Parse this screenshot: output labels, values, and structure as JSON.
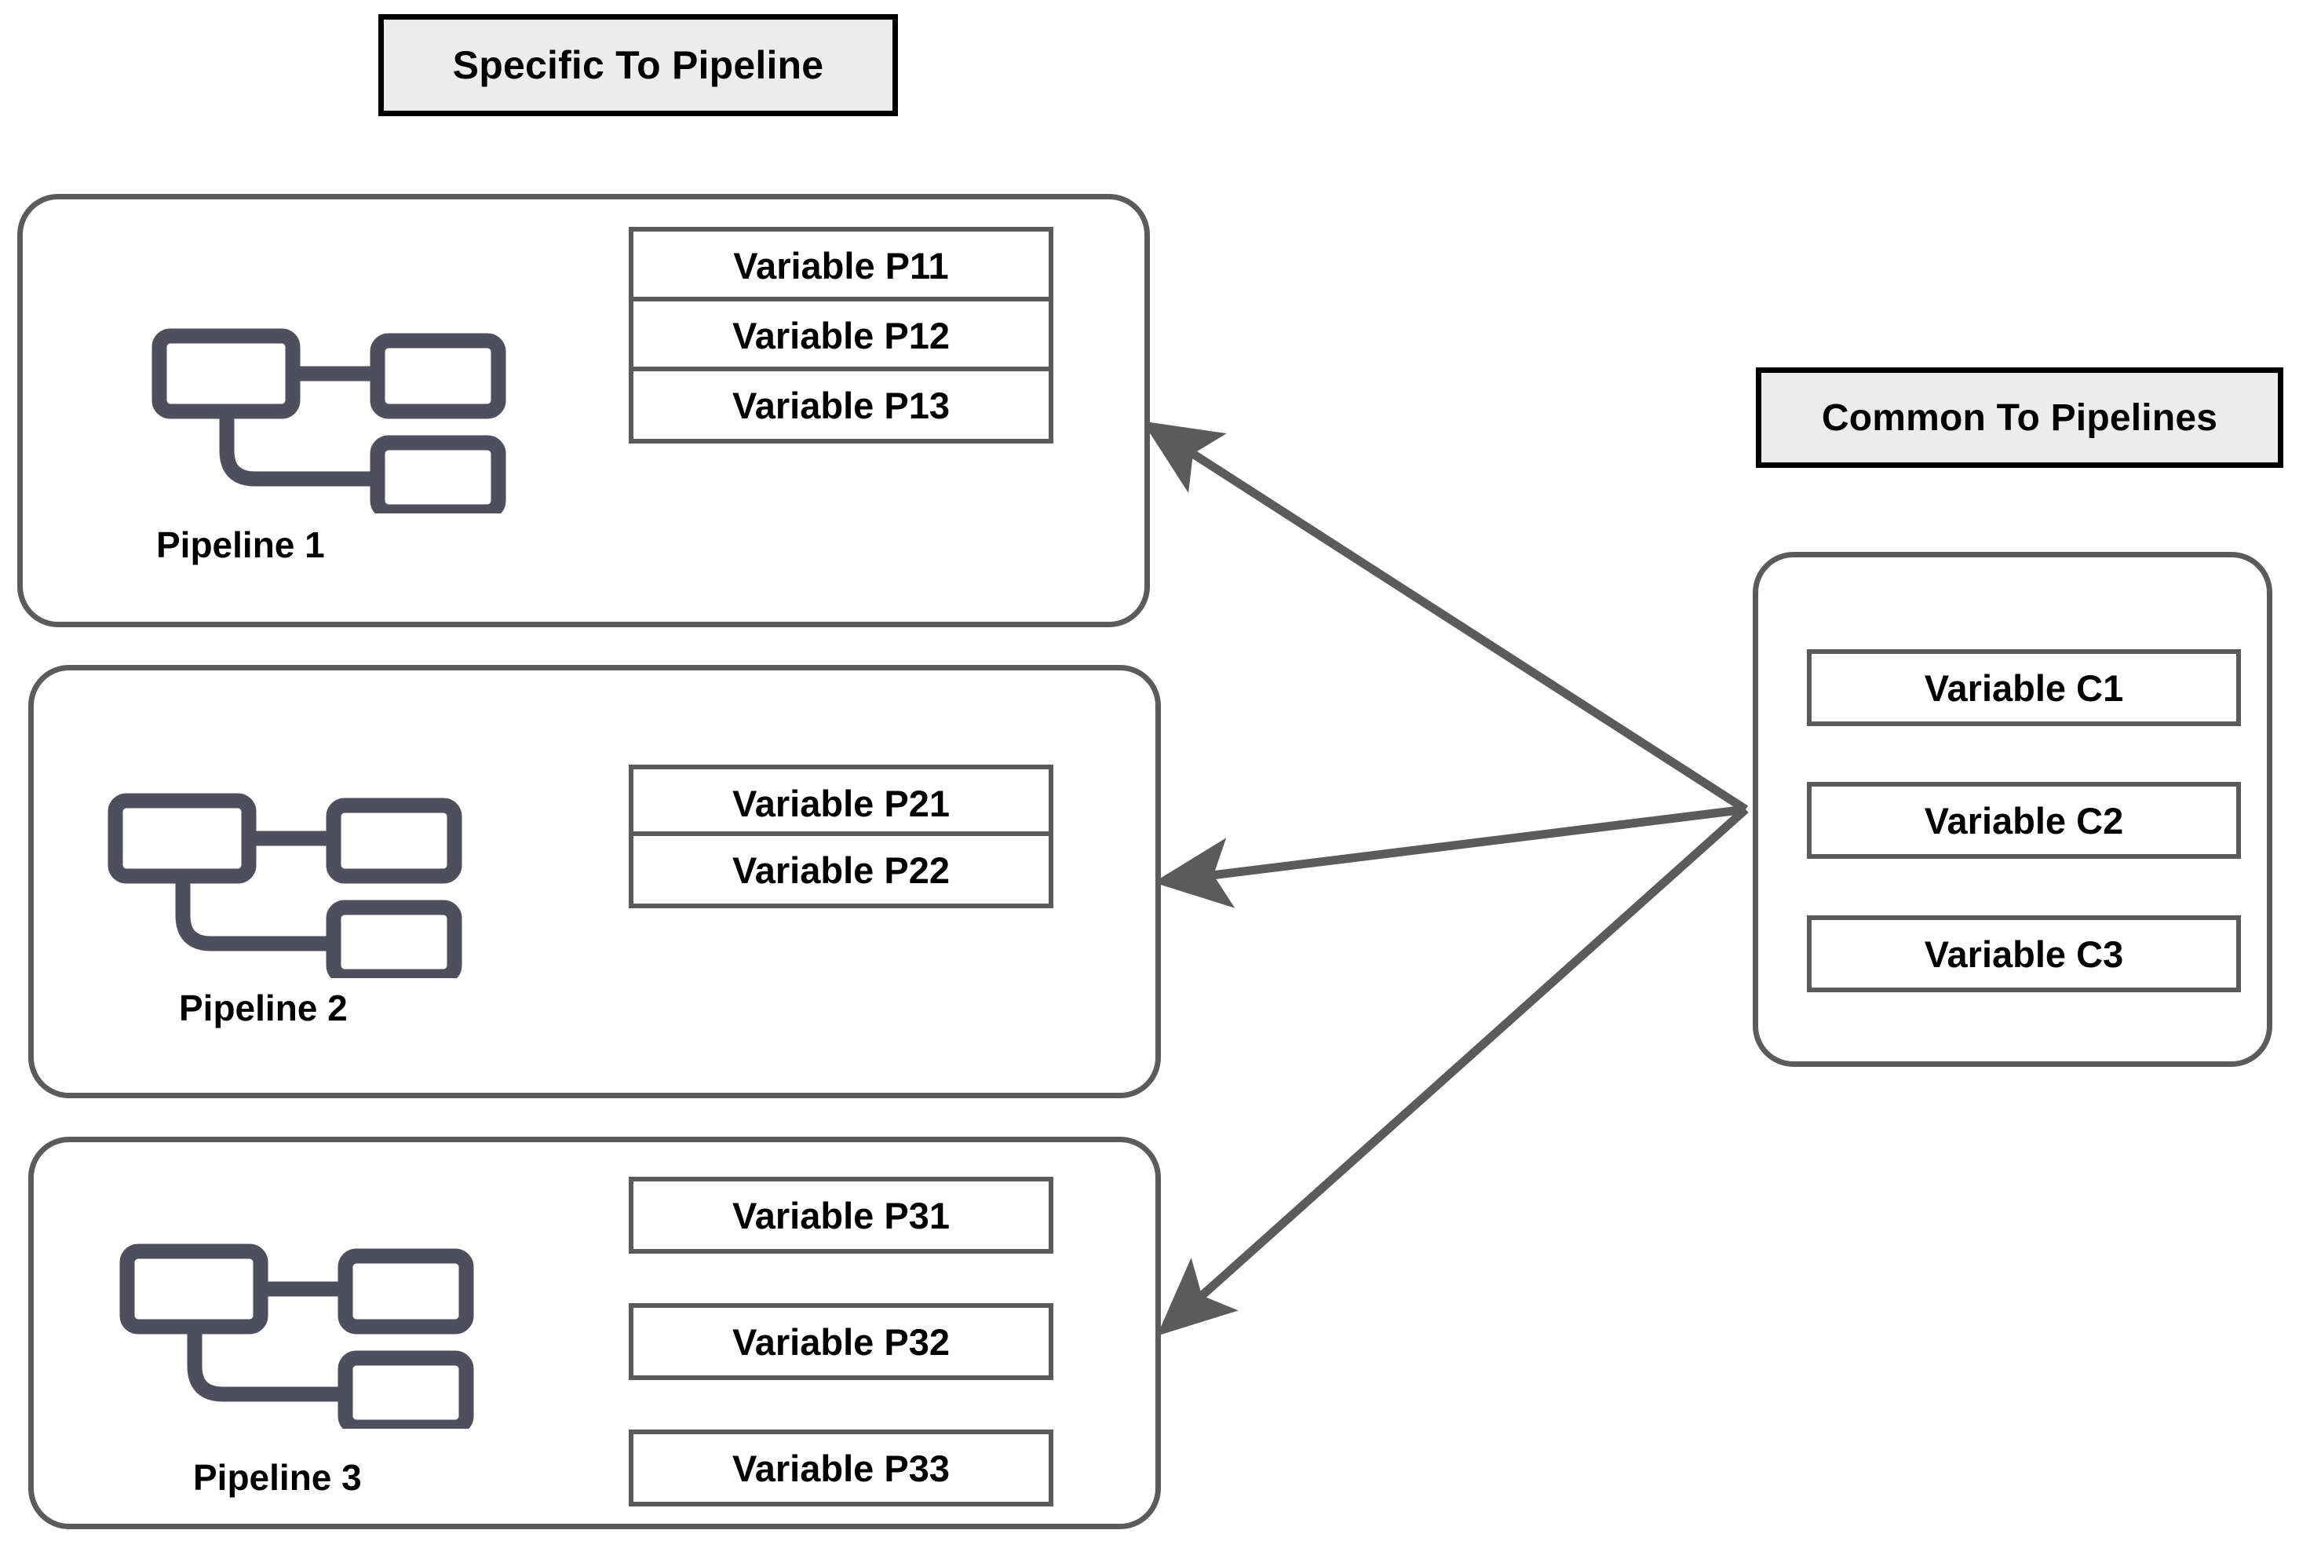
{
  "banners": {
    "specific": "Specific To Pipeline",
    "common": "Common To Pipelines"
  },
  "pipelines": [
    {
      "label": "Pipeline 1",
      "icon_name": "pipeline-flow-icon",
      "variables": [
        "Variable P11",
        "Variable P12",
        "Variable P13"
      ]
    },
    {
      "label": "Pipeline 2",
      "icon_name": "pipeline-flow-icon",
      "variables": [
        "Variable P21",
        "Variable P22"
      ]
    },
    {
      "label": "Pipeline 3",
      "icon_name": "pipeline-flow-icon",
      "variables": [
        "Variable P31",
        "Variable P32",
        "Variable P33"
      ]
    }
  ],
  "common": {
    "variables": [
      "Variable C1",
      "Variable C2",
      "Variable C3"
    ]
  },
  "arrows": [
    {
      "name": "arrow-common-to-pipeline-1",
      "target": "Pipeline 1"
    },
    {
      "name": "arrow-common-to-pipeline-2",
      "target": "Pipeline 2"
    },
    {
      "name": "arrow-common-to-pipeline-3",
      "target": "Pipeline 3"
    }
  ],
  "colors": {
    "banner_fill": "#ececec",
    "banner_border": "#000000",
    "container_stroke": "#5b5b5b",
    "box_stroke": "#5b5b5b",
    "icon_stroke": "#4e4e5c",
    "arrow_stroke": "#5b5b5b",
    "text": "#000000",
    "background": "#ffffff"
  }
}
